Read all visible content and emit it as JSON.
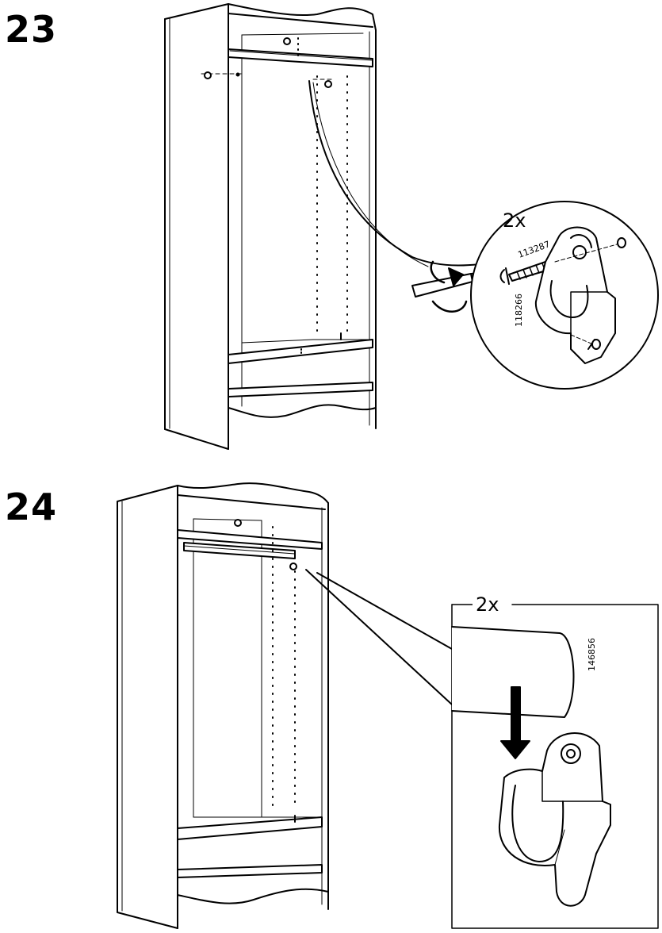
{
  "steps": [
    {
      "number": "23",
      "quantity": "2x",
      "part_numbers": [
        "113287",
        "118266"
      ]
    },
    {
      "number": "24",
      "quantity": "2x",
      "part_numbers": [
        "146856"
      ]
    }
  ]
}
